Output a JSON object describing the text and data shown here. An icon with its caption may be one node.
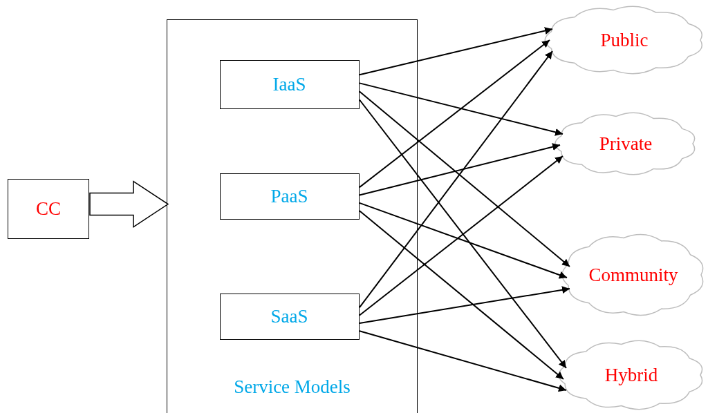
{
  "diagram": {
    "nodes": [
      {
        "text": [
          "CC"
        ]
      },
      {
        "text": [
          "Service Models"
        ]
      },
      {
        "text": [
          "IaaS"
        ],
        "in": 1
      },
      {
        "text": [
          "PaaS"
        ],
        "in": 1
      },
      {
        "text": [
          "SaaS"
        ],
        "in": 1
      },
      {
        "text": [
          "Public"
        ]
      },
      {
        "text": [
          "Private"
        ]
      },
      {
        "text": [
          "Community"
        ]
      },
      {
        "text": [
          "Hybrid"
        ]
      }
    ],
    "edges": [
      {
        "from": 0,
        "to": 1,
        "arrow": "to",
        "style": "thick"
      },
      {
        "from": 2,
        "to": 5,
        "arrow": "to"
      },
      {
        "from": 2,
        "to": 6,
        "arrow": "to"
      },
      {
        "from": 2,
        "to": 7,
        "arrow": "to"
      },
      {
        "from": 2,
        "to": 8,
        "arrow": "to"
      },
      {
        "from": 3,
        "to": 5,
        "arrow": "to"
      },
      {
        "from": 3,
        "to": 6,
        "arrow": "to"
      },
      {
        "from": 3,
        "to": 7,
        "arrow": "to"
      },
      {
        "from": 3,
        "to": 8,
        "arrow": "to"
      },
      {
        "from": 4,
        "to": 5,
        "arrow": "to"
      },
      {
        "from": 4,
        "to": 6,
        "arrow": "to"
      },
      {
        "from": 4,
        "to": 7,
        "arrow": "to"
      },
      {
        "from": 4,
        "to": 8,
        "arrow": "to"
      }
    ]
  }
}
